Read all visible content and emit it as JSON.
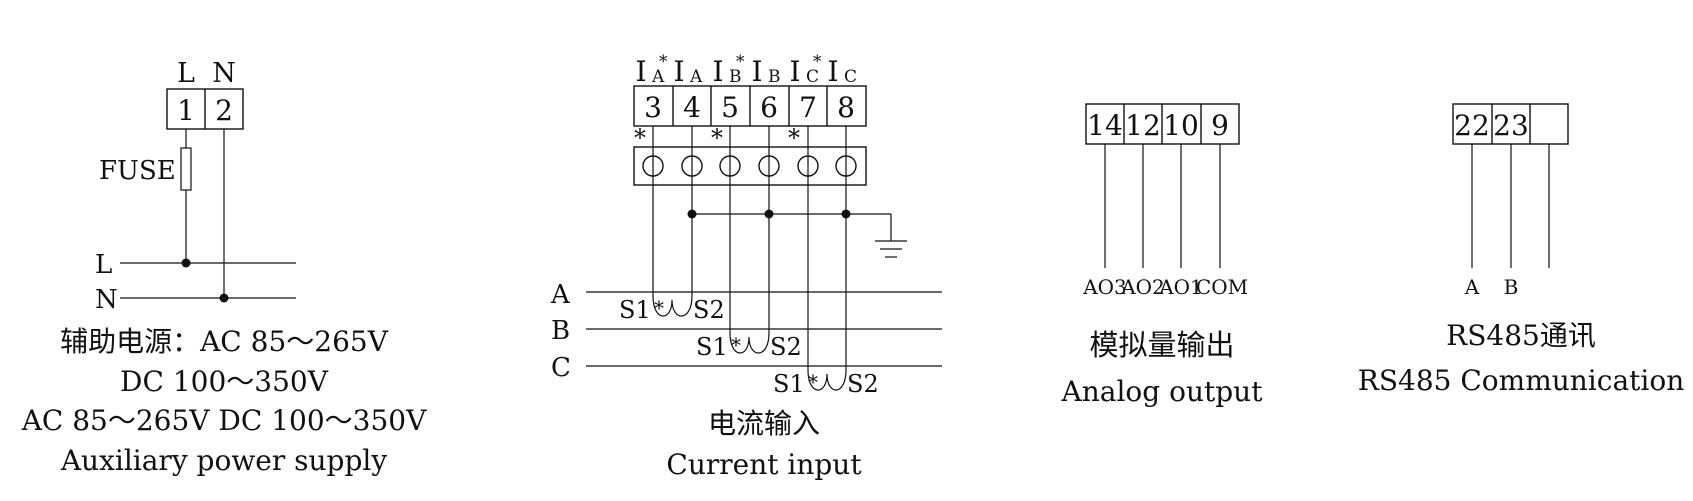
{
  "power": {
    "terminal_labels": [
      "L",
      "N"
    ],
    "terminals": [
      "1",
      "2"
    ],
    "fuse_label": "FUSE",
    "line_labels": [
      "L",
      "N"
    ],
    "caption_lines": [
      "辅助电源：AC 85～265V",
      "DC 100～350V",
      "AC 85～265V DC 100～350V",
      "Auxiliary power supply"
    ]
  },
  "current": {
    "terminals": [
      "3",
      "4",
      "5",
      "6",
      "7",
      "8"
    ],
    "header_mains": [
      "I",
      "I",
      "I",
      "I",
      "I",
      "I"
    ],
    "header_subs": [
      "A",
      "A",
      "B",
      "B",
      "C",
      "C"
    ],
    "header_stars": [
      "*",
      "",
      "*",
      "",
      "*",
      ""
    ],
    "polarity_mark": "*",
    "phase_labels": [
      "A",
      "B",
      "C"
    ],
    "ct_labels": [
      {
        "s1": "S1",
        "s2": "S2",
        "mark": "*"
      },
      {
        "s1": "S1",
        "s2": "S2",
        "mark": "*"
      },
      {
        "s1": "S1",
        "s2": "S2",
        "mark": "*"
      }
    ],
    "caption_zh": "电流输入",
    "caption_en": "Current input"
  },
  "analog": {
    "terminals": [
      "14",
      "12",
      "10",
      "9"
    ],
    "outputs": [
      "AO3",
      "AO2",
      "AO1",
      "COM"
    ],
    "caption_zh": "模拟量输出",
    "caption_en": "Analog output"
  },
  "rs485": {
    "terminals": [
      "22",
      "23",
      ""
    ],
    "outputs": [
      "A",
      "B"
    ],
    "caption_zh": "RS485通讯",
    "caption_en": "RS485 Communication"
  }
}
